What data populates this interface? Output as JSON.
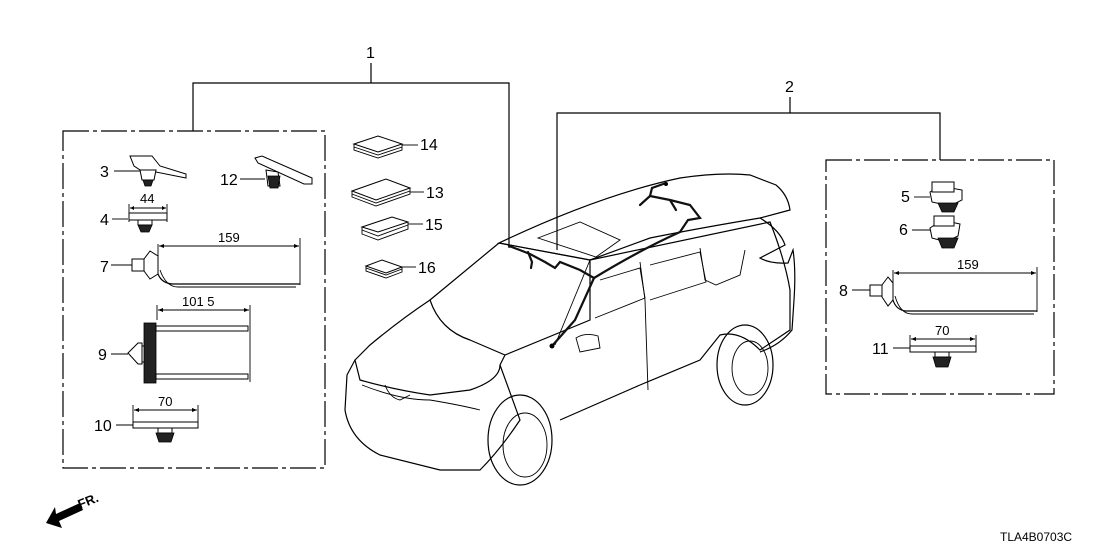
{
  "diagram": {
    "title_code": "TLA4B0703C",
    "front_indicator": {
      "label": "FR.",
      "icon": "front-direction-arrow-icon"
    },
    "assemblies": [
      {
        "callout": "1",
        "description": "harness assembly group (left bracket)"
      },
      {
        "callout": "2",
        "description": "harness assembly group (right bracket)"
      }
    ],
    "left_group": {
      "parts": [
        {
          "callout": "3",
          "type": "t-clip"
        },
        {
          "callout": "12",
          "type": "t-clip"
        },
        {
          "callout": "4",
          "type": "band-clip",
          "dimension": "44"
        },
        {
          "callout": "7",
          "type": "cable-tie-clip",
          "dimension": "159"
        },
        {
          "callout": "9",
          "type": "double-band-clip",
          "dimension": "101 5"
        },
        {
          "callout": "10",
          "type": "band-clip",
          "dimension": "70"
        }
      ]
    },
    "center_group": {
      "parts": [
        {
          "callout": "14",
          "type": "pad"
        },
        {
          "callout": "13",
          "type": "pad"
        },
        {
          "callout": "15",
          "type": "pad"
        },
        {
          "callout": "16",
          "type": "pad"
        }
      ]
    },
    "right_group": {
      "parts": [
        {
          "callout": "5",
          "type": "clip"
        },
        {
          "callout": "6",
          "type": "clip"
        },
        {
          "callout": "8",
          "type": "cable-tie-clip",
          "dimension": "159"
        },
        {
          "callout": "11",
          "type": "band-clip",
          "dimension": "70"
        }
      ]
    }
  }
}
